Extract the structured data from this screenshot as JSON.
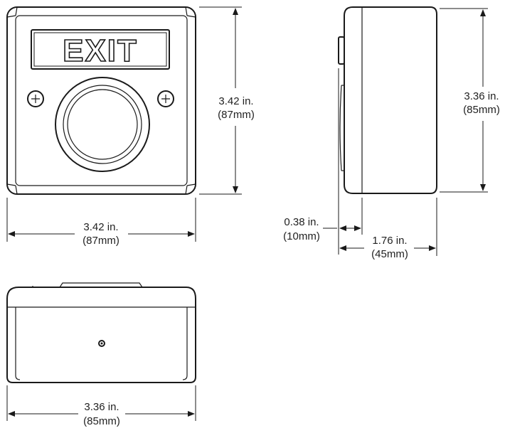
{
  "front_view": {
    "sign_text": "EXIT",
    "width_in": "3.42 in.",
    "width_mm": "(87mm)",
    "height_in": "3.42 in.",
    "height_mm": "(87mm)"
  },
  "side_view": {
    "height_in": "3.36 in.",
    "height_mm": "(85mm)",
    "depth_in": "1.76 in.",
    "depth_mm": "(45mm)",
    "button_in": "0.38 in.",
    "button_mm": "(10mm)"
  },
  "bottom_view": {
    "width_in": "3.36 in.",
    "width_mm": "(85mm)"
  }
}
